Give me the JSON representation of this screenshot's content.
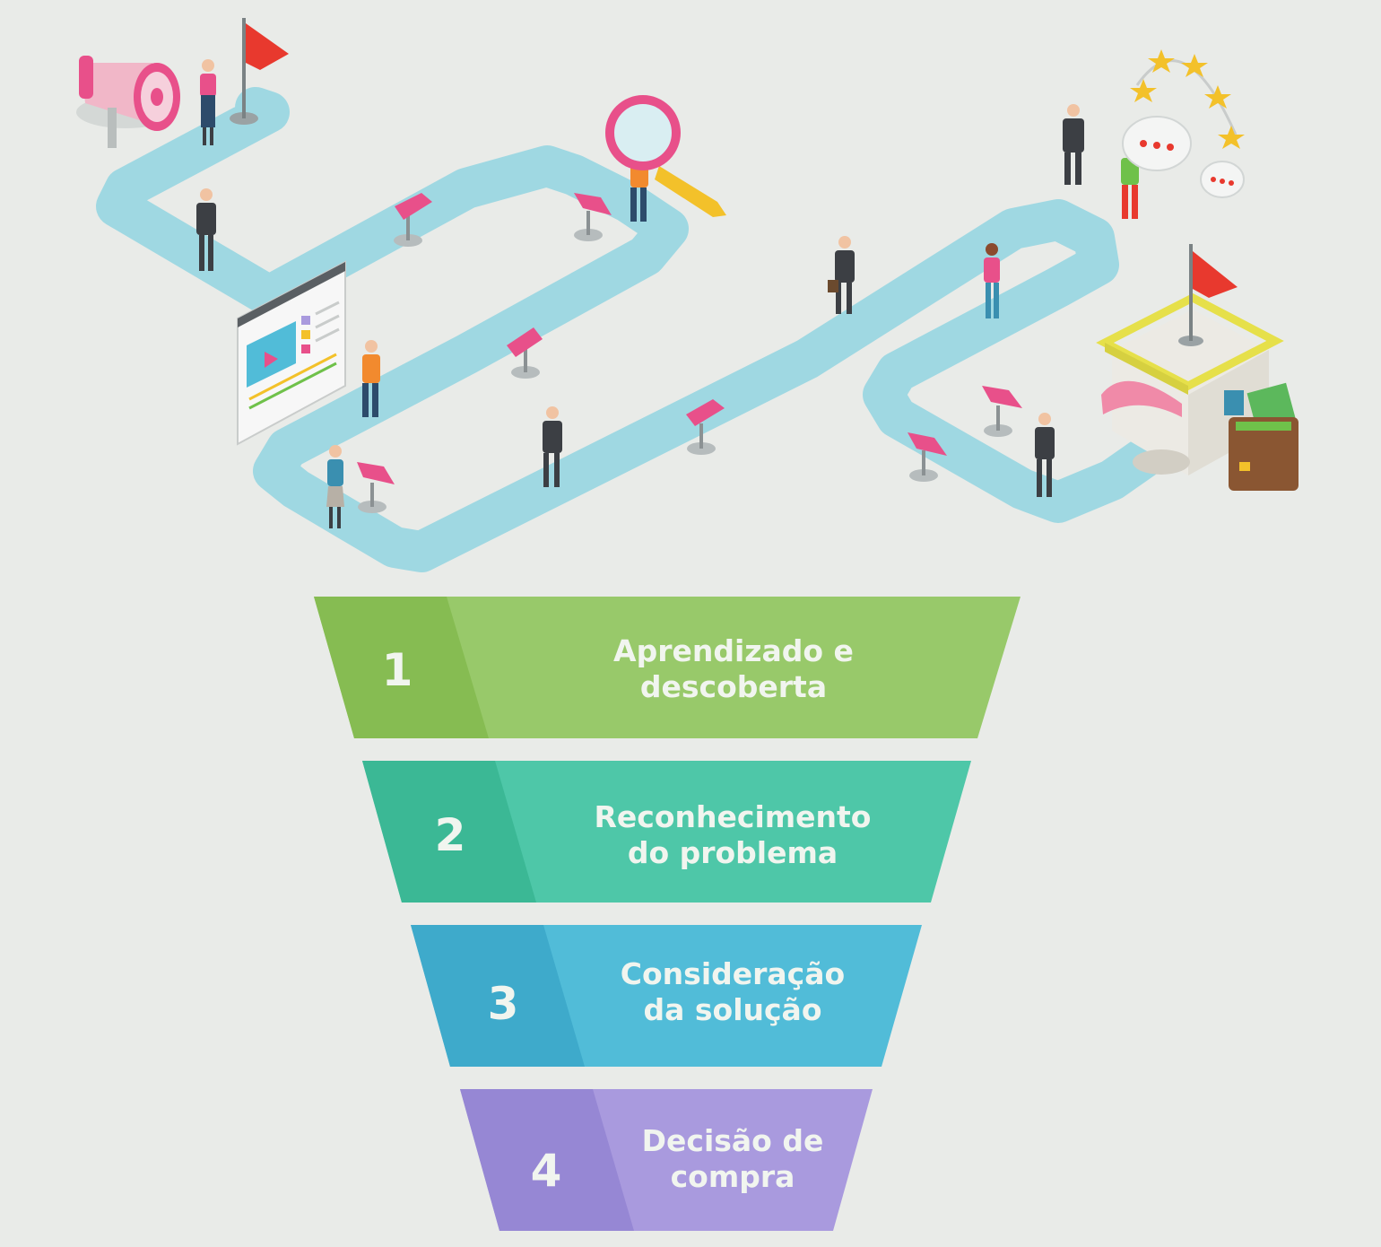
{
  "funnel": {
    "stages": [
      {
        "number": "1",
        "line1": "Aprendizado e",
        "line2": "descoberta",
        "color_light": "#98c96a",
        "color_dark": "#86bc52"
      },
      {
        "number": "2",
        "line1": "Reconhecimento",
        "line2": "do problema",
        "color_light": "#4ec7a8",
        "color_dark": "#3bb895"
      },
      {
        "number": "3",
        "line1": "Consideração",
        "line2": "da solução",
        "color_light": "#51bcd8",
        "color_dark": "#3eaacb"
      },
      {
        "number": "4",
        "line1": "Decisão de",
        "line2": "compra",
        "color_light": "#a99ade",
        "color_dark": "#9687d4"
      }
    ]
  },
  "journey": {
    "path_color": "#9fd8e2",
    "people_count_icons": [
      "megaphone-icon",
      "start-flag-icon",
      "video-player-icon",
      "magnifier-icon",
      "direction-sign-icon",
      "store-icon",
      "finish-flag-icon",
      "wallet-icon",
      "rating-stars-icon",
      "chat-bubble-icon"
    ]
  }
}
